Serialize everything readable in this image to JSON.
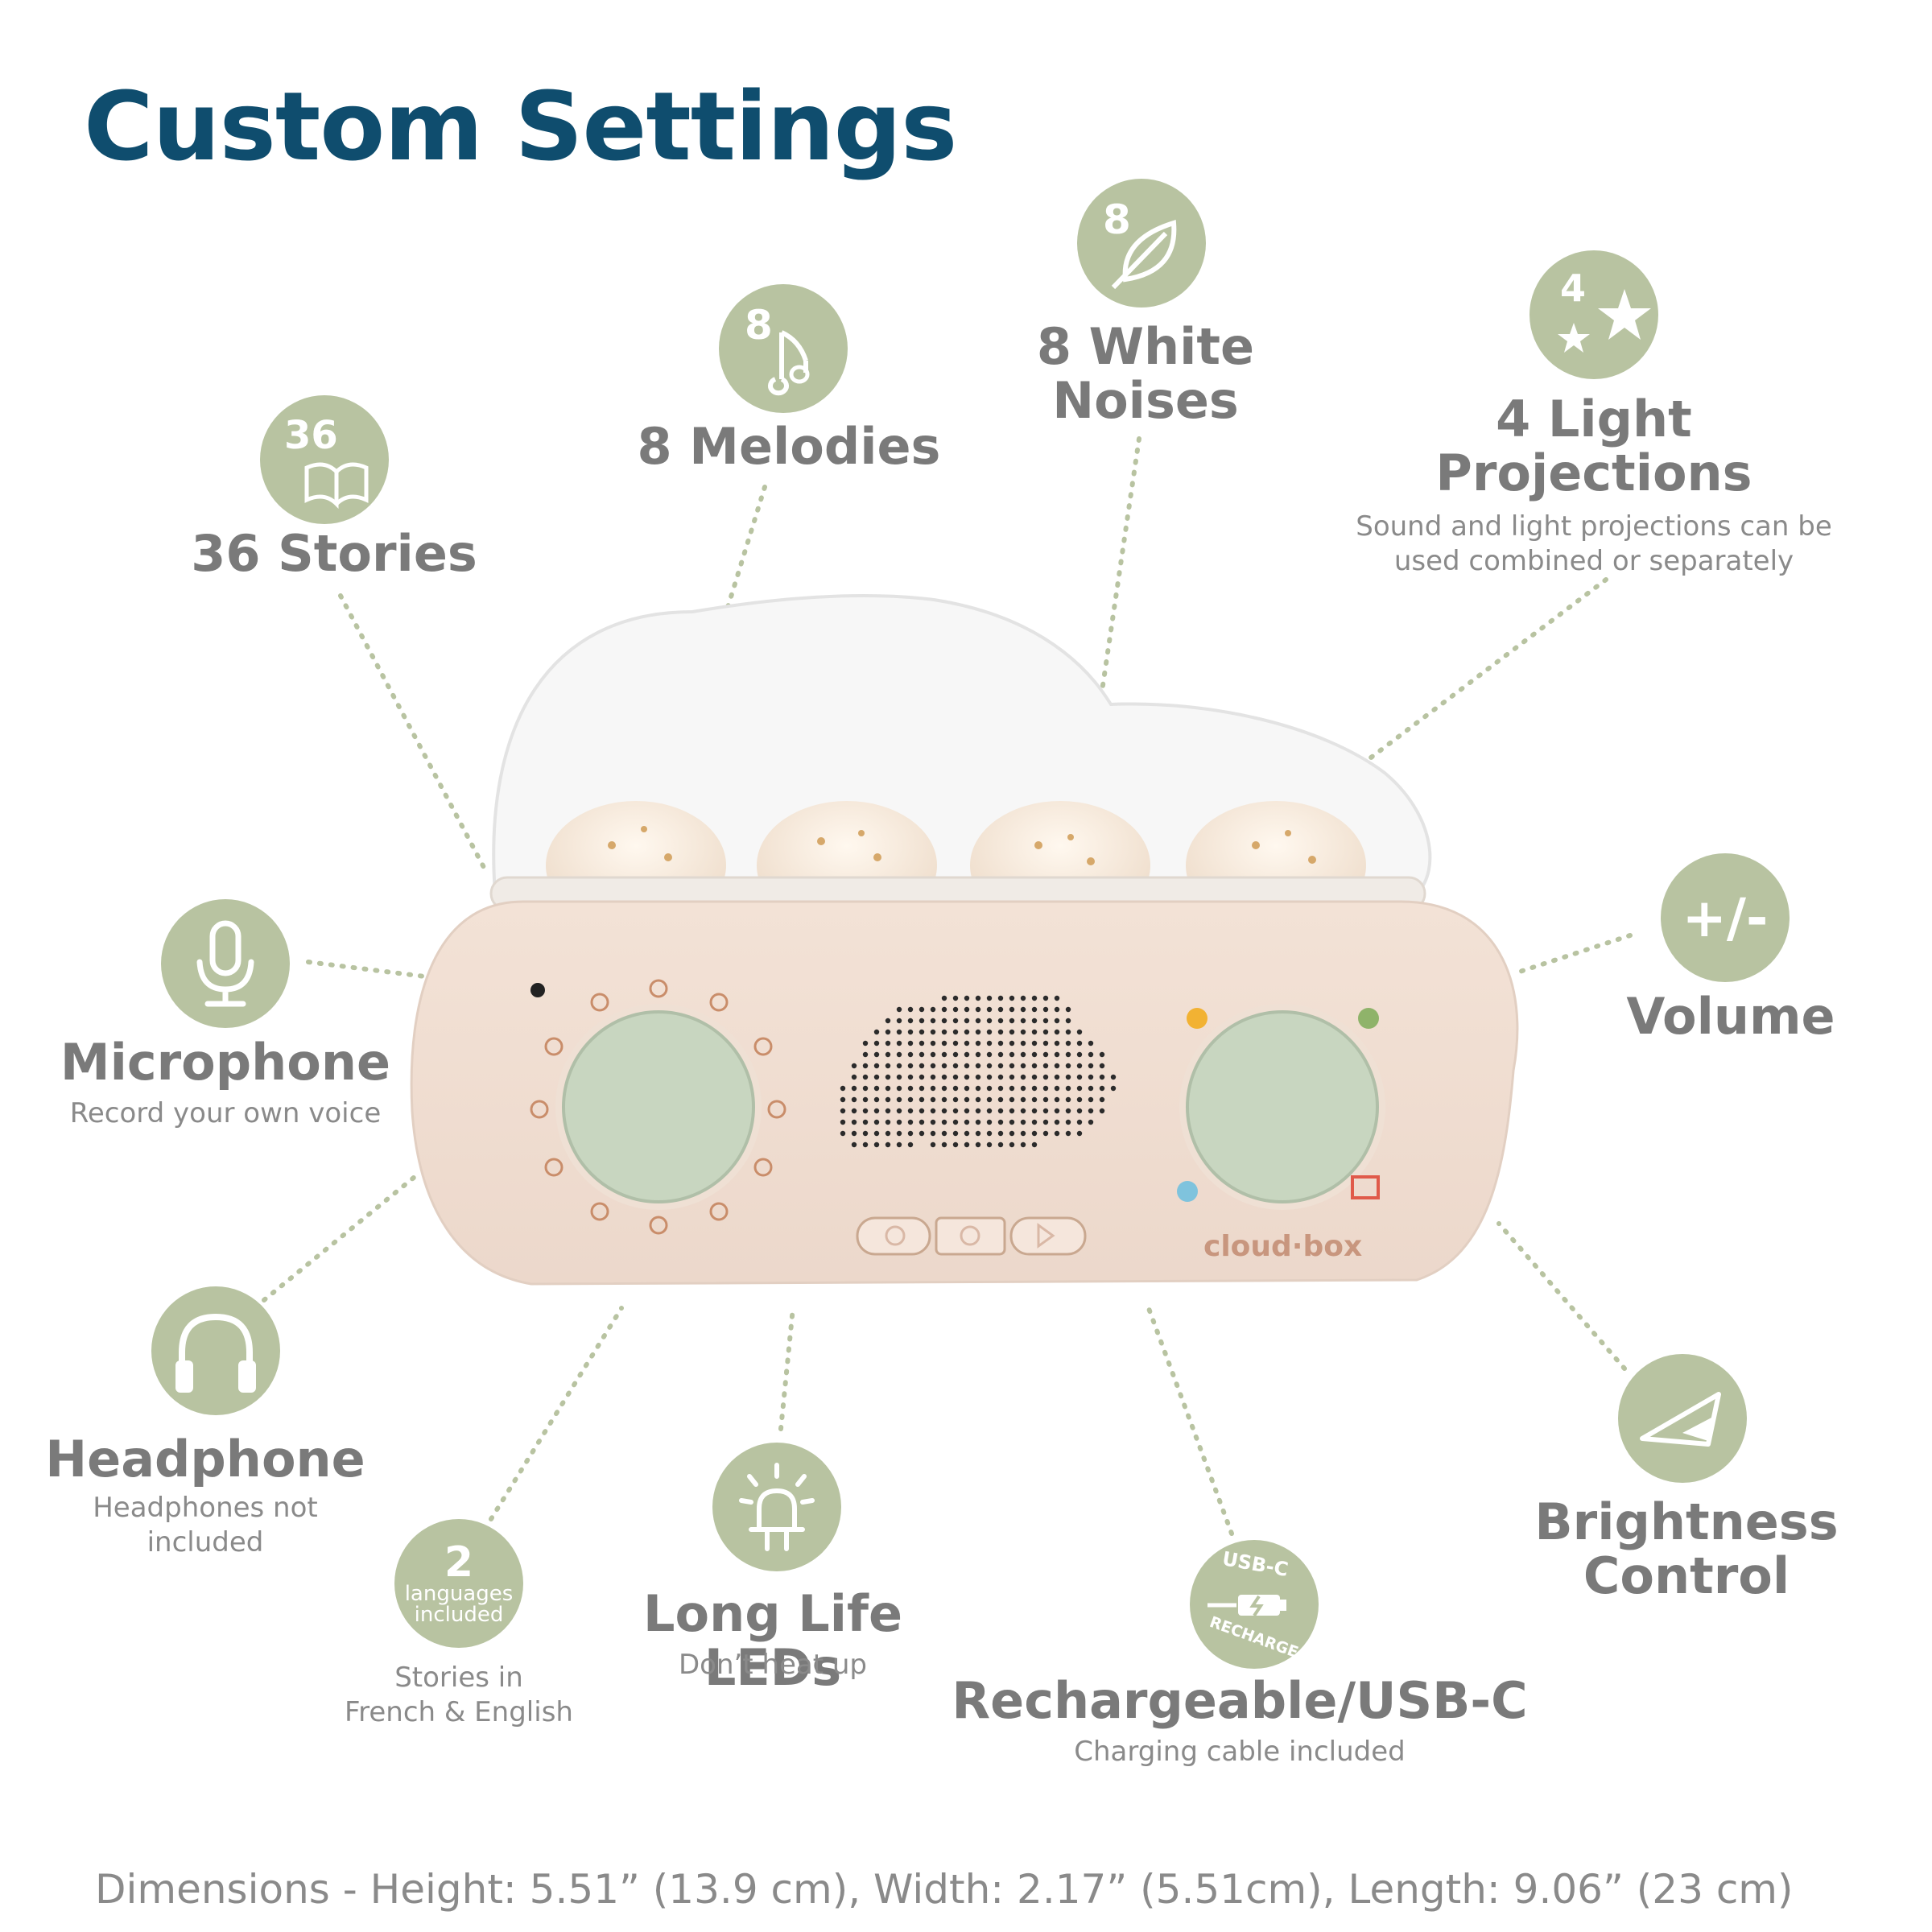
{
  "title": "Custom Settings",
  "features": {
    "stories": {
      "badge": "36",
      "label": "36 Stories",
      "icon": "book-icon"
    },
    "melodies": {
      "badge": "8",
      "label": "8 Melodies",
      "icon": "music-note-icon"
    },
    "white_noises": {
      "badge": "8",
      "label_line1": "8 White",
      "label_line2": "Noises",
      "icon": "leaf-icon"
    },
    "light_projections": {
      "badge": "4",
      "label_line1": "4 Light",
      "label_line2": "Projections",
      "sub_line1": "Sound and light projections can be",
      "sub_line2": "used combined or separately",
      "icon": "stars-icon"
    },
    "volume": {
      "badge": "+/-",
      "label": "Volume",
      "icon": "plus-minus-icon"
    },
    "microphone": {
      "label": "Microphone",
      "sub": "Record your own voice",
      "icon": "microphone-icon"
    },
    "headphone": {
      "label": "Headphone",
      "sub": "Headphones not included",
      "icon": "headphones-icon"
    },
    "languages": {
      "badge_number": "2",
      "badge_line1": "languages",
      "badge_line2": "included",
      "sub_line1": "Stories in",
      "sub_line2": "French & English",
      "icon": "languages-badge"
    },
    "leds": {
      "label": "Long Life LEDs",
      "sub": "Don’t heat up",
      "icon": "led-bulb-icon"
    },
    "usb": {
      "badge_top": "USB-C",
      "badge_bottom": "RECHARGE",
      "label": "Rechargeable/USB-C",
      "sub": "Charging cable included",
      "icon": "usb-battery-icon"
    },
    "brightness": {
      "label_line1": "Brightness",
      "label_line2": "Control",
      "icon": "brightness-wedge-icon"
    }
  },
  "device": {
    "brand": "cloud·box",
    "icon": "cloud-box-device"
  },
  "dimensions": "Dimensions -  Height: 5.51” (13.9 cm), Width: 2.17” (5.51cm), Length: 9.06” (23 cm)",
  "colors": {
    "title": "#0f4d6e",
    "badge": "#b8c3a1",
    "label": "#7a7a7a",
    "device": "#f5e6dc",
    "knob": "#c8d6c0"
  }
}
